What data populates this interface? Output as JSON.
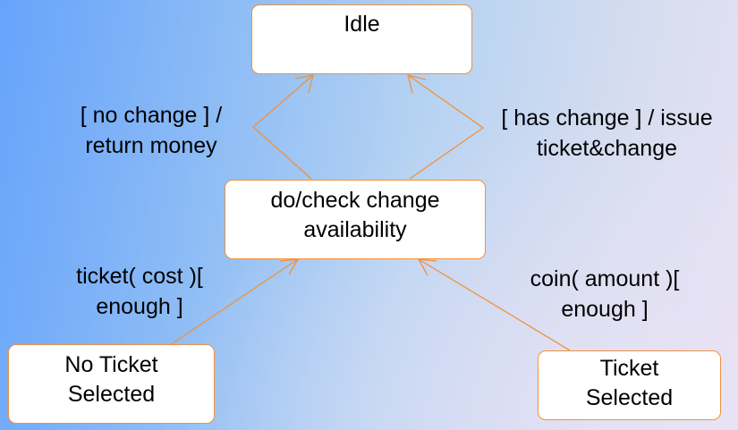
{
  "diagram": {
    "states": {
      "idle": {
        "lines": [
          "Idle"
        ]
      },
      "check": {
        "lines": [
          "do/check change",
          "availability"
        ]
      },
      "no_ticket": {
        "lines": [
          "No Ticket",
          "Selected"
        ]
      },
      "ticket": {
        "lines": [
          "Ticket",
          "Selected"
        ]
      }
    },
    "transitions": {
      "no_change": {
        "lines": [
          "[ no change ] /",
          "return money"
        ]
      },
      "has_change": {
        "lines": [
          "[ has change ] / issue",
          "ticket&change"
        ]
      },
      "ticket_cost": {
        "lines": [
          "ticket( cost )[",
          "enough ]"
        ]
      },
      "coin_amount": {
        "lines": [
          "coin( amount )[",
          "enough ]"
        ]
      }
    },
    "colors": {
      "box_border": "#f0913c",
      "edge": "#f0913c",
      "box_fill": "#ffffff",
      "background_left": "#66a3fb",
      "background_right": "#e6e2f3"
    }
  }
}
